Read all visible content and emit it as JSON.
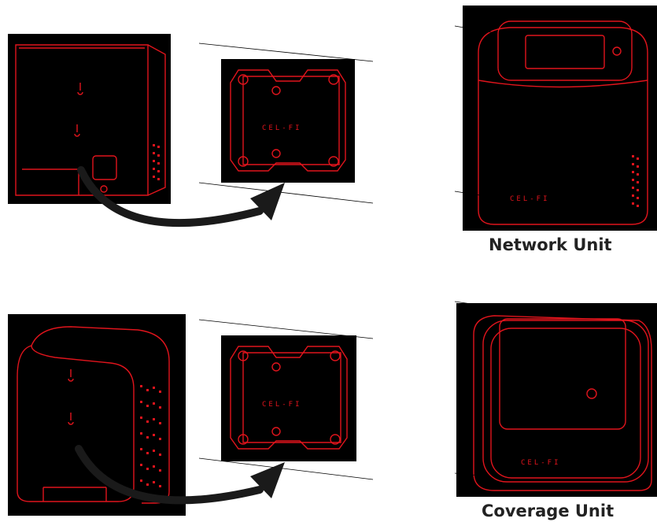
{
  "labels": {
    "network_unit": "Network Unit",
    "coverage_unit": "Coverage Unit",
    "brand_logo": "CEL-FI"
  },
  "colors": {
    "panel_background": "#000000",
    "outline": "#e0141c",
    "arrow": "#1a1a1a",
    "leader_lines": "#000000"
  }
}
